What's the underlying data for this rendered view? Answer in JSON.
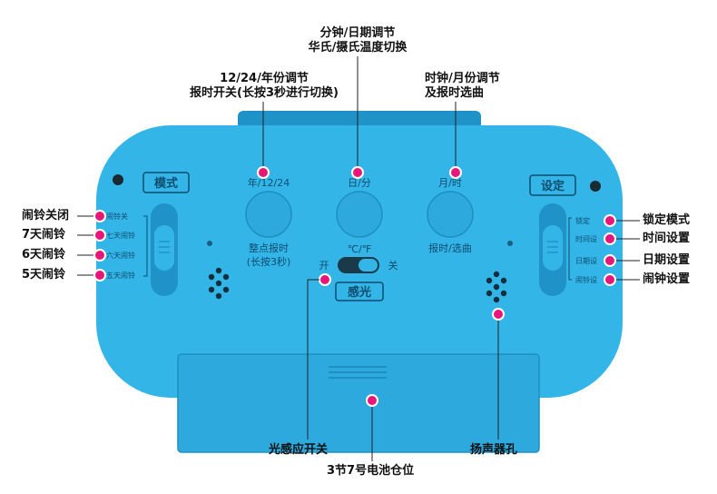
{
  "annotations": {
    "top_center": [
      "分钟/日期调节",
      "华氏/摄氏温度切换"
    ],
    "top_left": [
      "12/24/年份调节",
      "报时开关(长按3秒进行切换)"
    ],
    "top_right": [
      "时钟/月份调节",
      "及报时选曲"
    ],
    "left": [
      "闹铃关闭",
      "7天闹铃",
      "6天闹铃",
      "5天闹铃"
    ],
    "right": [
      "锁定模式",
      "时间设置",
      "日期设置",
      "闹钟设置"
    ],
    "bottom_left": "光感应开关",
    "bottom_right": "扬声器孔",
    "bottom_center": "3节7号电池仓位"
  },
  "device": {
    "mode_label": "模式",
    "set_label": "设定",
    "button_left_top": "年/12/24",
    "button_left_bottom_1": "整点报时",
    "button_left_bottom_2": "(长按3秒)",
    "button_mid_top": "日/分",
    "button_right_top": "月/时",
    "button_right_bottom": "报时/选曲",
    "temp_unit": "℃/℉",
    "switch_on": "开",
    "switch_off": "关",
    "light_label": "感光",
    "left_switch_positions": [
      "闹铃关",
      "七天闹铃",
      "六天闹铃",
      "五天闹铃"
    ],
    "right_switch_positions": [
      "锁定",
      "时间设",
      "日期设",
      "闹铃设"
    ]
  },
  "colors": {
    "body": "#33b5e8",
    "body_dark": "#1f93c7",
    "marker": "#e8157a",
    "ink": "#0e4d6e"
  }
}
